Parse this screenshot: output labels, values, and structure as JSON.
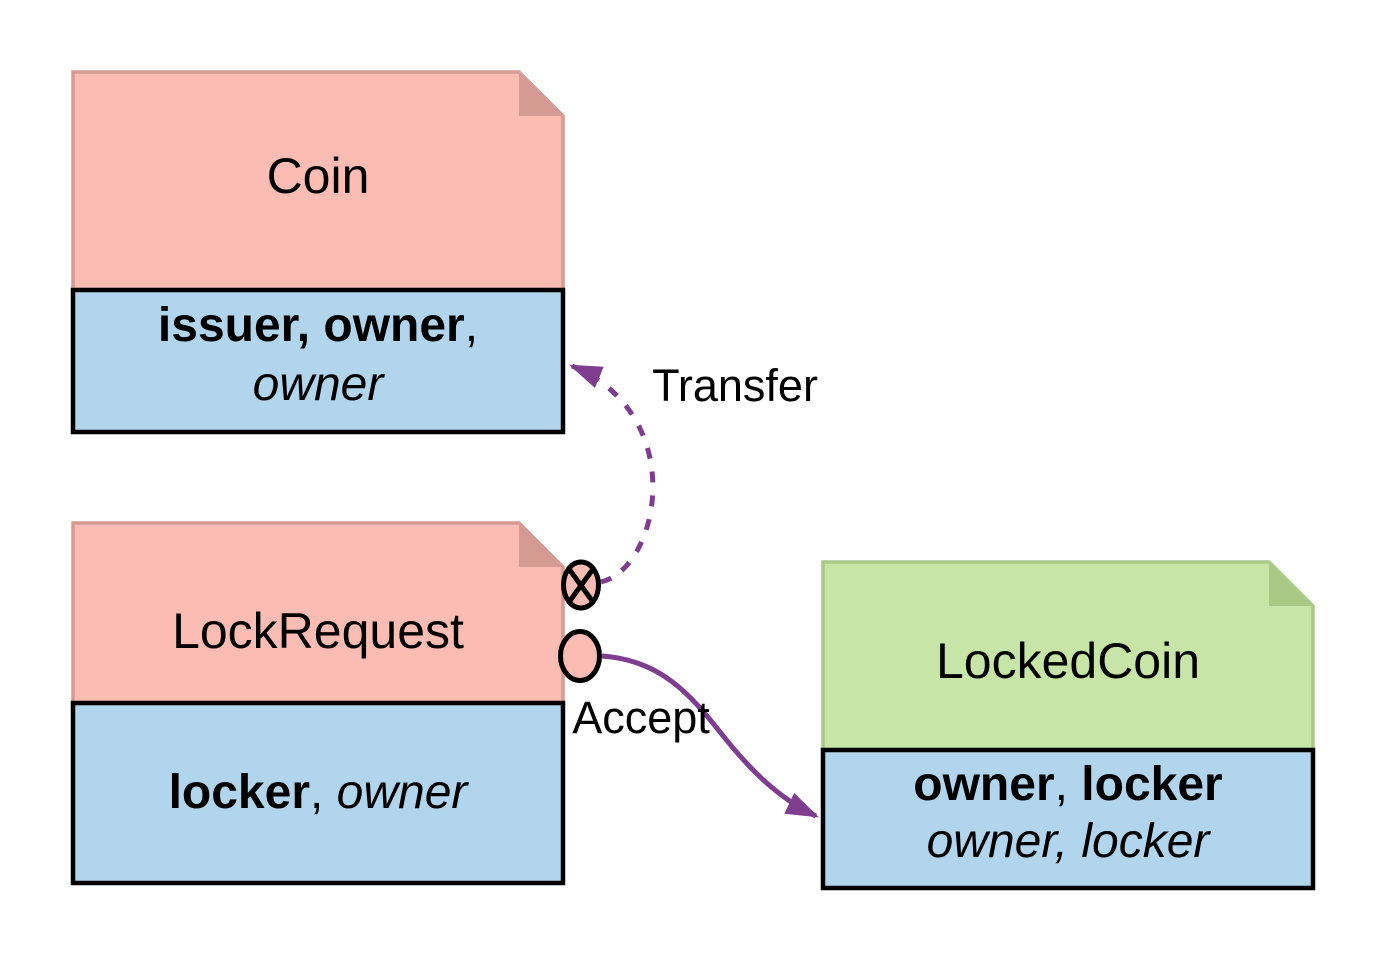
{
  "diagram_type": "contract-state-diagram",
  "nodes": {
    "coin": {
      "title": "Coin",
      "signers": "issuer, owner",
      "signers_suffix": ",",
      "controllers": "owner",
      "header_color": "#fbbcb3",
      "body_color": "#b2d5ee"
    },
    "lock_request": {
      "title": "LockRequest",
      "signers": "locker",
      "separator": ", ",
      "controllers": "owner",
      "header_color": "#fbbcb3",
      "body_color": "#b2d5ee"
    },
    "locked_coin": {
      "title": "LockedCoin",
      "signers_1": "owner",
      "separator": ", ",
      "signers_2": "locker",
      "controllers": "owner, locker",
      "header_color": "#c7e5a7",
      "body_color": "#b2d5ee"
    }
  },
  "edges": {
    "transfer": {
      "label": "Transfer",
      "line_style": "dashed",
      "color": "#7e3d8f"
    },
    "accept": {
      "label": "Accept",
      "line_style": "solid",
      "color": "#7e3d8f"
    }
  },
  "icons": {
    "consume_marker": "circle-cross-icon",
    "produce_marker": "circle-icon"
  },
  "colors": {
    "pink_fill": "#fbbcb3",
    "pink_edge": "#d59a92",
    "blue_fill": "#b2d5ee",
    "green_fill": "#c7e5a7",
    "green_edge": "#a9c987",
    "purple": "#7e3d8f",
    "ink": "#000000",
    "background": "#ffffff"
  }
}
